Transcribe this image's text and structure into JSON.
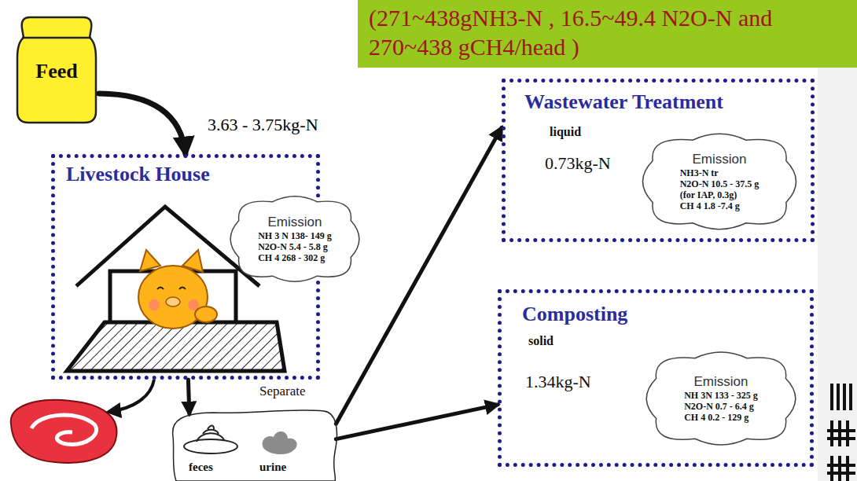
{
  "diagram": {
    "nodes": [
      {
        "text": [
          "(271~438gNH3-N , 16.5~49.4 N2O-N and 270~438 gCH4/head )"
        ]
      },
      {
        "text": [
          "Feed"
        ]
      },
      {
        "text": [
          "Livestock House"
        ]
      },
      {
        "text": [
          "Emission",
          "NH 3 N 138- 149 g",
          "N2O-N 5.4 - 5.8 g",
          "CH 4 268 - 302 g"
        ],
        "in": 2
      },
      {
        "text": [
          "Wastewater Treatment",
          "liquid",
          "0.73kg-N"
        ]
      },
      {
        "text": [
          "Emission",
          "NH3-N tr",
          "N2O-N 10.5 - 37.5 g",
          "(for IAP, 0.3g)",
          "CH 4 1.8 -7.4 g"
        ],
        "in": 4
      },
      {
        "text": [
          "Composting",
          "solid",
          "1.34kg-N"
        ]
      },
      {
        "text": [
          "Emission",
          "NH 3N 133 - 325 g",
          "N2O-N 0.7 - 6.4 g",
          "CH 4 0.2 - 129 g"
        ],
        "in": 6
      },
      {
        "text": [
          "Separate",
          "feces",
          "urine"
        ]
      }
    ],
    "edges": [
      {
        "from": 1,
        "to": 2,
        "arrow": "to",
        "label": "3.63 - 3.75kg-N"
      },
      {
        "from": 2,
        "to": 8,
        "arrow": "to"
      },
      {
        "from": 8,
        "to": 4,
        "arrow": "to"
      },
      {
        "from": 8,
        "to": 6,
        "arrow": "to"
      }
    ]
  }
}
